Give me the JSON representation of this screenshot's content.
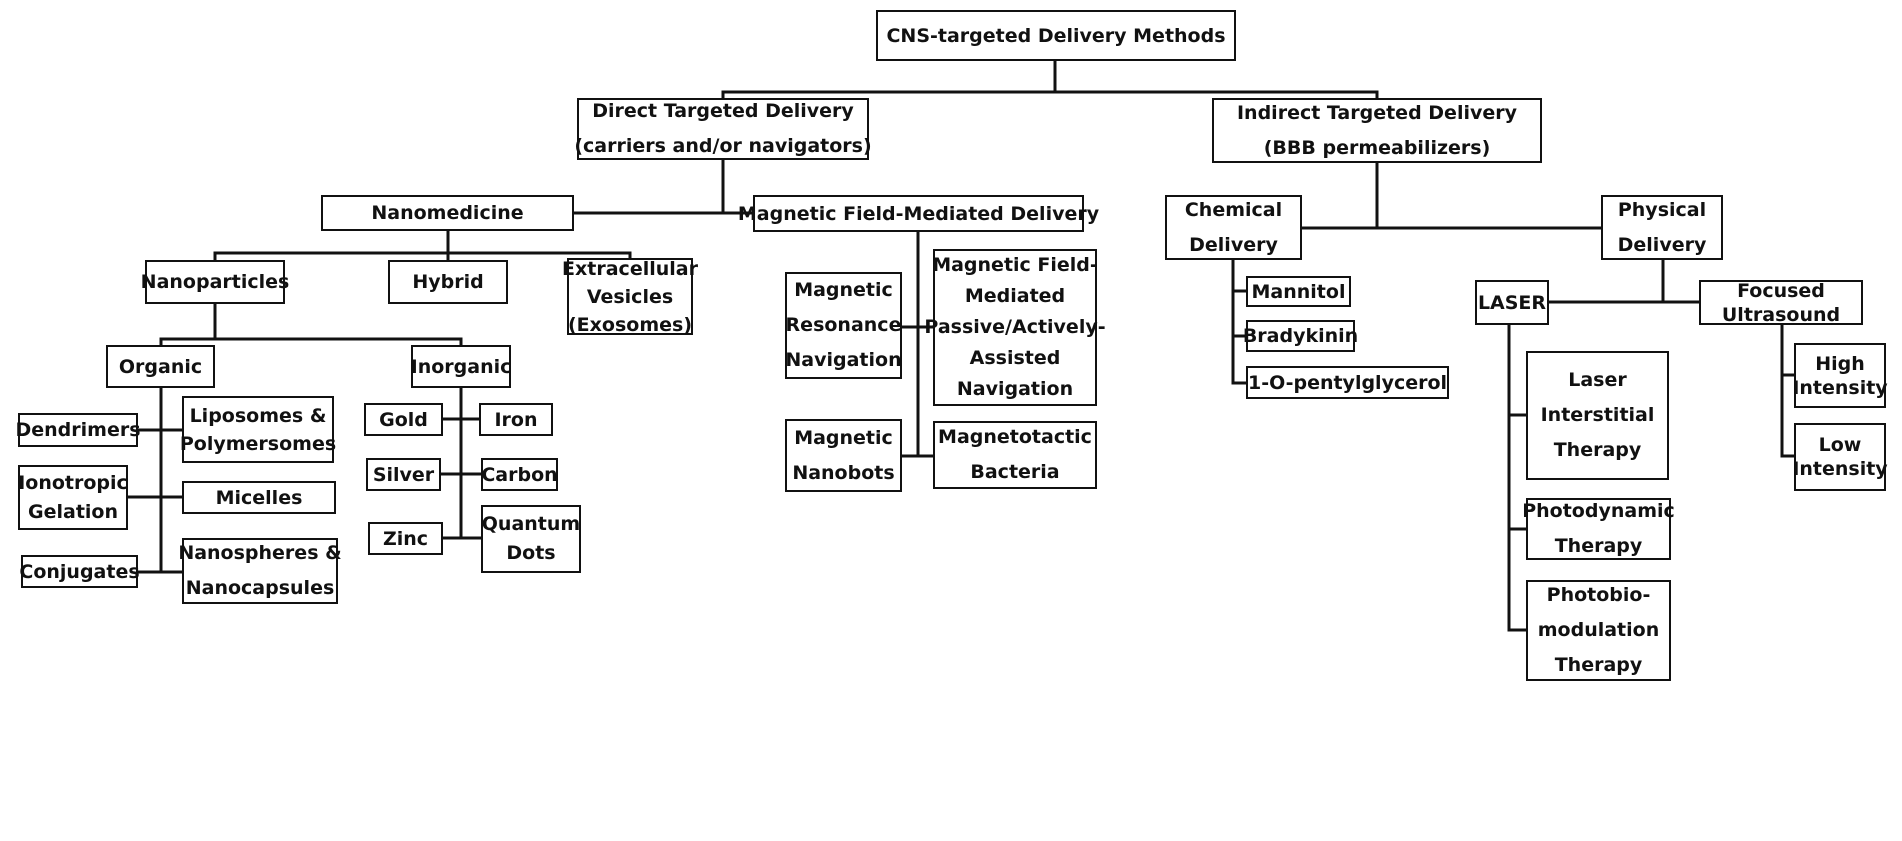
{
  "nodes": {
    "root": [
      "CNS-targeted Delivery Methods"
    ],
    "direct": [
      "Direct Targeted Delivery",
      "(carriers and/or navigators)"
    ],
    "indirect": [
      "Indirect Targeted Delivery",
      "(BBB permeabilizers)"
    ],
    "nanomedicine": [
      "Nanomedicine"
    ],
    "magnetic_delivery": [
      "Magnetic Field-Mediated Delivery"
    ],
    "chemical": [
      "Chemical",
      "Delivery"
    ],
    "physical": [
      "Physical",
      "Delivery"
    ],
    "nanoparticles": [
      "Nanoparticles"
    ],
    "hybrid": [
      "Hybrid"
    ],
    "ev": [
      "Extracellular",
      "Vesicles",
      "(Exosomes)"
    ],
    "organic": [
      "Organic"
    ],
    "inorganic": [
      "Inorganic"
    ],
    "dendrimers": [
      "Dendrimers"
    ],
    "liposomes": [
      "Liposomes &",
      "Polymersomes"
    ],
    "ionotropic": [
      "Ionotropic",
      "Gelation"
    ],
    "micelles": [
      "Micelles"
    ],
    "conjugates": [
      "Conjugates"
    ],
    "nanospheres": [
      "Nanospheres &",
      "Nanocapsules"
    ],
    "gold": [
      "Gold"
    ],
    "iron": [
      "Iron"
    ],
    "silver": [
      "Silver"
    ],
    "carbon": [
      "Carbon"
    ],
    "zinc": [
      "Zinc"
    ],
    "quantum": [
      "Quantum",
      "Dots"
    ],
    "mrn": [
      "Magnetic",
      "Resonance",
      "Navigation"
    ],
    "mfm": [
      "Magnetic Field-",
      "Mediated",
      "Passive/Actively-",
      "Assisted",
      "Navigation"
    ],
    "nanobots": [
      "Magnetic",
      "Nanobots"
    ],
    "bacteria": [
      "Magnetotactic",
      "Bacteria"
    ],
    "mannitol": [
      "Mannitol"
    ],
    "bradykinin": [
      "Bradykinin"
    ],
    "pentyl": [
      "1-O-pentylglycerol"
    ],
    "laser": [
      "LASER"
    ],
    "fus": [
      "Focused",
      "Ultrasound"
    ],
    "lit": [
      "Laser",
      "Interstitial",
      "Therapy"
    ],
    "pdt": [
      "Photodynamic",
      "Therapy"
    ],
    "pbm": [
      "Photobio-",
      "modulation",
      "Therapy"
    ],
    "high": [
      "High",
      "Intensity"
    ],
    "low": [
      "Low",
      "Intensity"
    ]
  }
}
